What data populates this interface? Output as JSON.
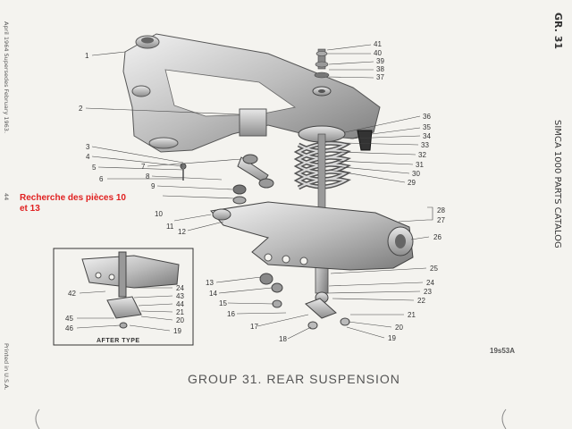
{
  "header": {
    "group_code": "GR. 31",
    "catalog_title": "SIMCA 1000 PARTS CATALOG"
  },
  "left_margin": {
    "supersedes": "April 1964 Supersedes February 1963.",
    "page_number": "44",
    "printed": "Printed in U.S.A."
  },
  "annotation": {
    "text": "Recherche des pièces 10 et 13",
    "color": "#e02020"
  },
  "inset": {
    "caption": "AFTER TYPE",
    "callouts": [
      "42",
      "24",
      "43",
      "44",
      "21",
      "20",
      "45",
      "46",
      "19"
    ]
  },
  "main_callouts": {
    "left": [
      "1",
      "2",
      "3",
      "4",
      "5",
      "6",
      "7",
      "8",
      "9",
      "10",
      "11",
      "12",
      "13",
      "14",
      "15",
      "16",
      "17",
      "18"
    ],
    "right": [
      "41",
      "40",
      "39",
      "38",
      "37",
      "36",
      "35",
      "34",
      "33",
      "32",
      "31",
      "30",
      "29",
      "28",
      "27",
      "26",
      "25",
      "24",
      "23",
      "22",
      "21",
      "20",
      "19"
    ]
  },
  "footer": {
    "title": "GROUP 31. REAR SUSPENSION",
    "reference": "19s53A"
  }
}
